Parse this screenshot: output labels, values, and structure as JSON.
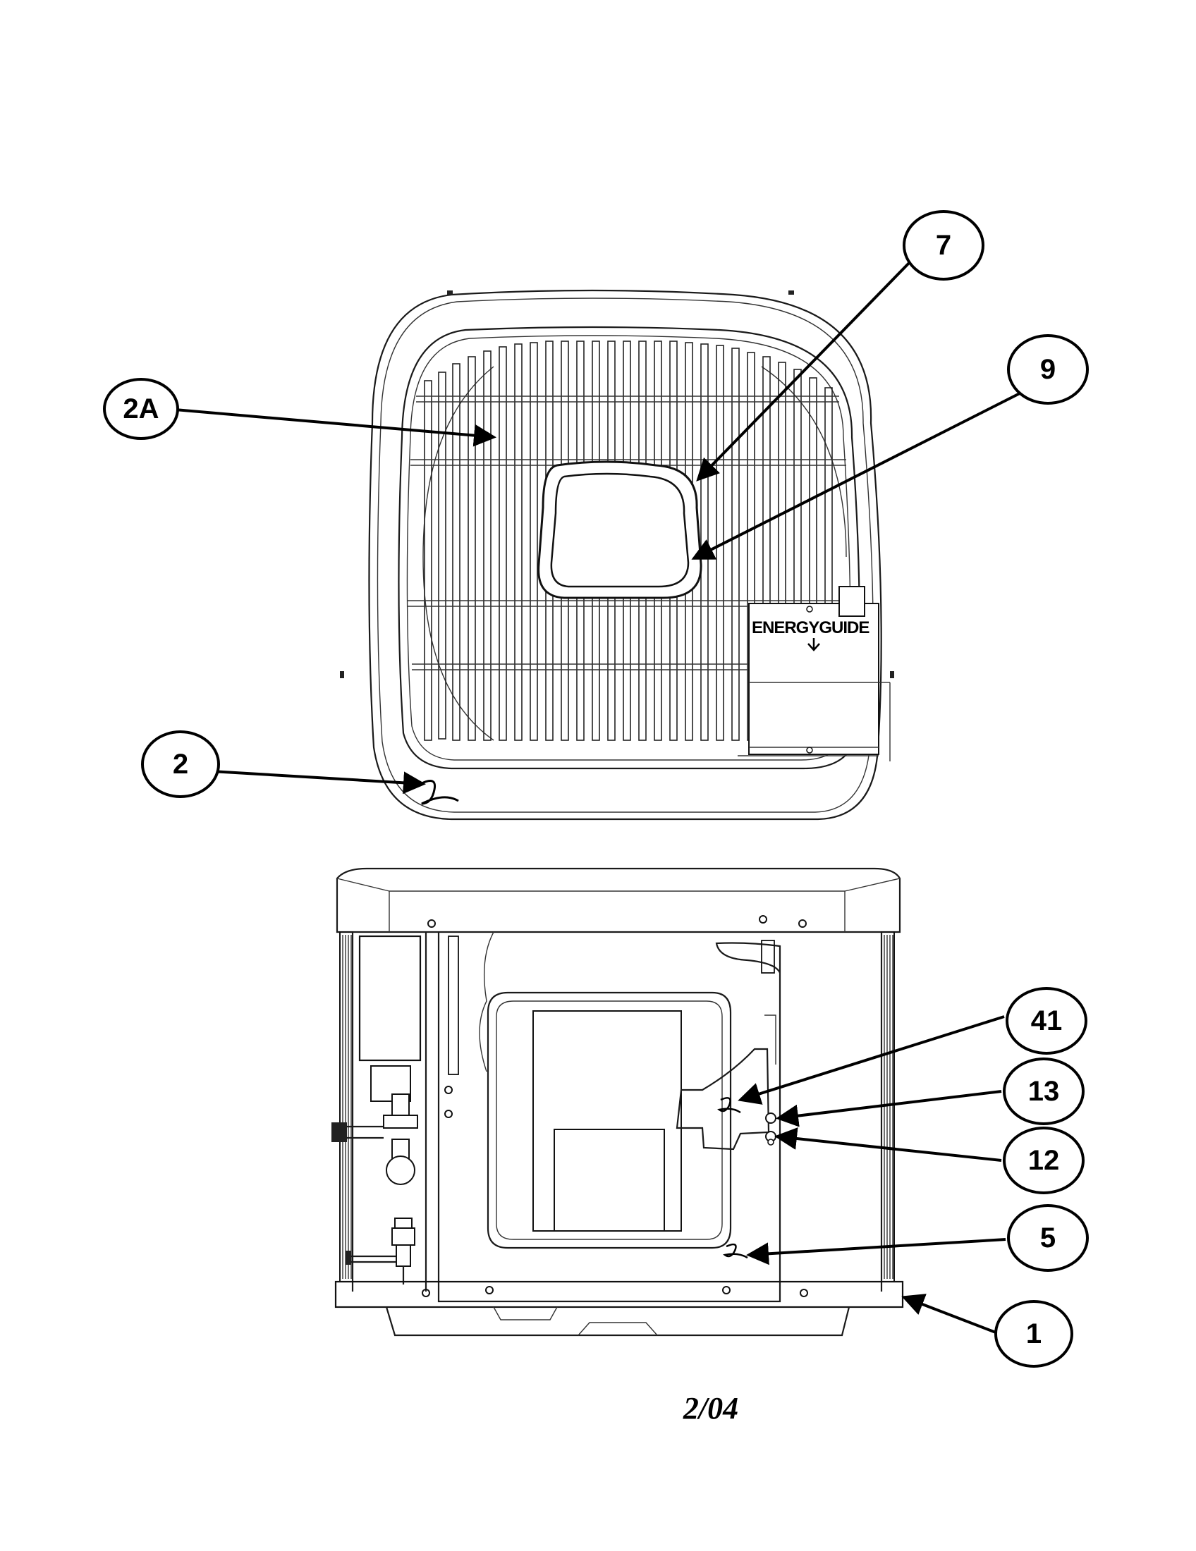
{
  "callouts": {
    "c2a": "2A",
    "c7": "7",
    "c9": "9",
    "c2": "2",
    "c41": "41",
    "c13": "13",
    "c12": "12",
    "c5": "5",
    "c1": "1"
  },
  "label_text": "ENERGYGUIDE",
  "date_code": "2/04"
}
